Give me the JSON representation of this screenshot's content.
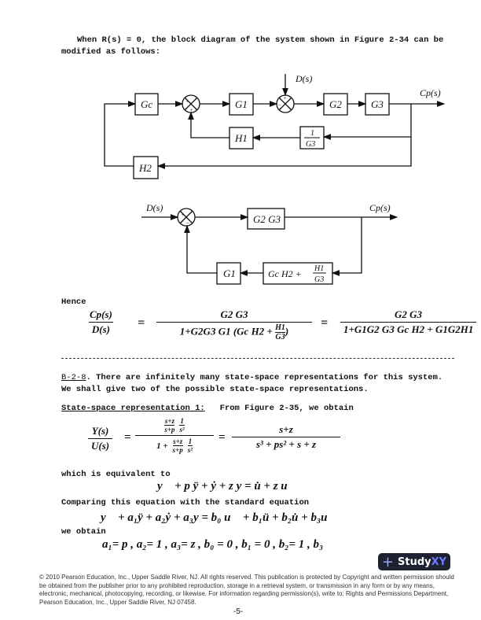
{
  "intro": {
    "line1": "When R(s) = 0, the block diagram of the system shown in Figure 2-34 can be",
    "line2": "modified as follows:"
  },
  "diagram1": {
    "disturbance": "D(s)",
    "output": "Cp(s)",
    "blocks": {
      "gc": "Gc",
      "g1": "G1",
      "g2": "G2",
      "g3": "G3",
      "h1": "H1",
      "inv_g3_num": "1",
      "inv_g3_den": "G3",
      "h2": "H2"
    }
  },
  "diagram2": {
    "input": "D(s)",
    "output": "Cp(s)",
    "forward": "G2 G3",
    "feedback_a": "Gc H2 +",
    "feedback_num": "H1",
    "feedback_den": "G3",
    "g1": "G1"
  },
  "hence": "Hence",
  "eq1": {
    "lhs_num": "Cp(s)",
    "lhs_den": "D(s)",
    "eq": "=",
    "mid_num": "G2 G3",
    "mid_den_a": "1+G2G3 G1 (Gc H2 +",
    "mid_den_frac_num": "H1",
    "mid_den_frac_den": "G3",
    "mid_den_b": ")",
    "rhs_num": "G2 G3",
    "rhs_den": "1+G1G2 G3 Gc H2 + G1G2H1"
  },
  "problem": {
    "label": "B-2-8",
    "line1": ". There are infinitely many state-space representations for this system.",
    "line2": "We shall give two of the possible state-space representations."
  },
  "rep1": {
    "heading": "State-space representation 1:",
    "text": "From Figure 2-35, we obtain"
  },
  "eq2": {
    "lhs_num": "Y(s)",
    "lhs_den": "U(s)",
    "n1": "s+z",
    "d1": "s+p",
    "n2": "1",
    "d2": "s²",
    "one_plus": "1 +",
    "rhs_num": "s+z",
    "rhs_den": "s³ + ps² + s + z"
  },
  "equiv_text": "which is equivalent to",
  "eq3": "y⃛ + p ÿ + ẏ + z y = u̇ + z u",
  "comparing_text": "Comparing this equation with the standard equation",
  "eq4": "y⃛ + a₁ÿ + a₂ẏ + a₃y = b₀ u⃛ + b₁ü + b₂u̇ + b₃u",
  "obtain_text": "we obtain",
  "eq5": "a₁= p ,  a₂= 1 ,  a₃= z ,  b₀ = 0 ,  b₁ = 0 ,  b₂= 1 ,  b₃",
  "badge": {
    "plus": "+",
    "study": "Study",
    "xy": "XY"
  },
  "footer": {
    "text": "© 2010 Pearson Education, Inc., Upper Saddle River, NJ.  All rights reserved. This publication is protected by Copyright and written permission should be obtained from the publisher prior to any prohibited reproduction, storage in a retrieval system, or transmission in any form or by any means, electronic, mechanical, photocopying, recording, or likewise. For information  regarding permission(s), write to: Rights and Permissions Department, Pearson Education, Inc., Upper Saddle River, NJ 07458.",
    "page": "-5-"
  }
}
